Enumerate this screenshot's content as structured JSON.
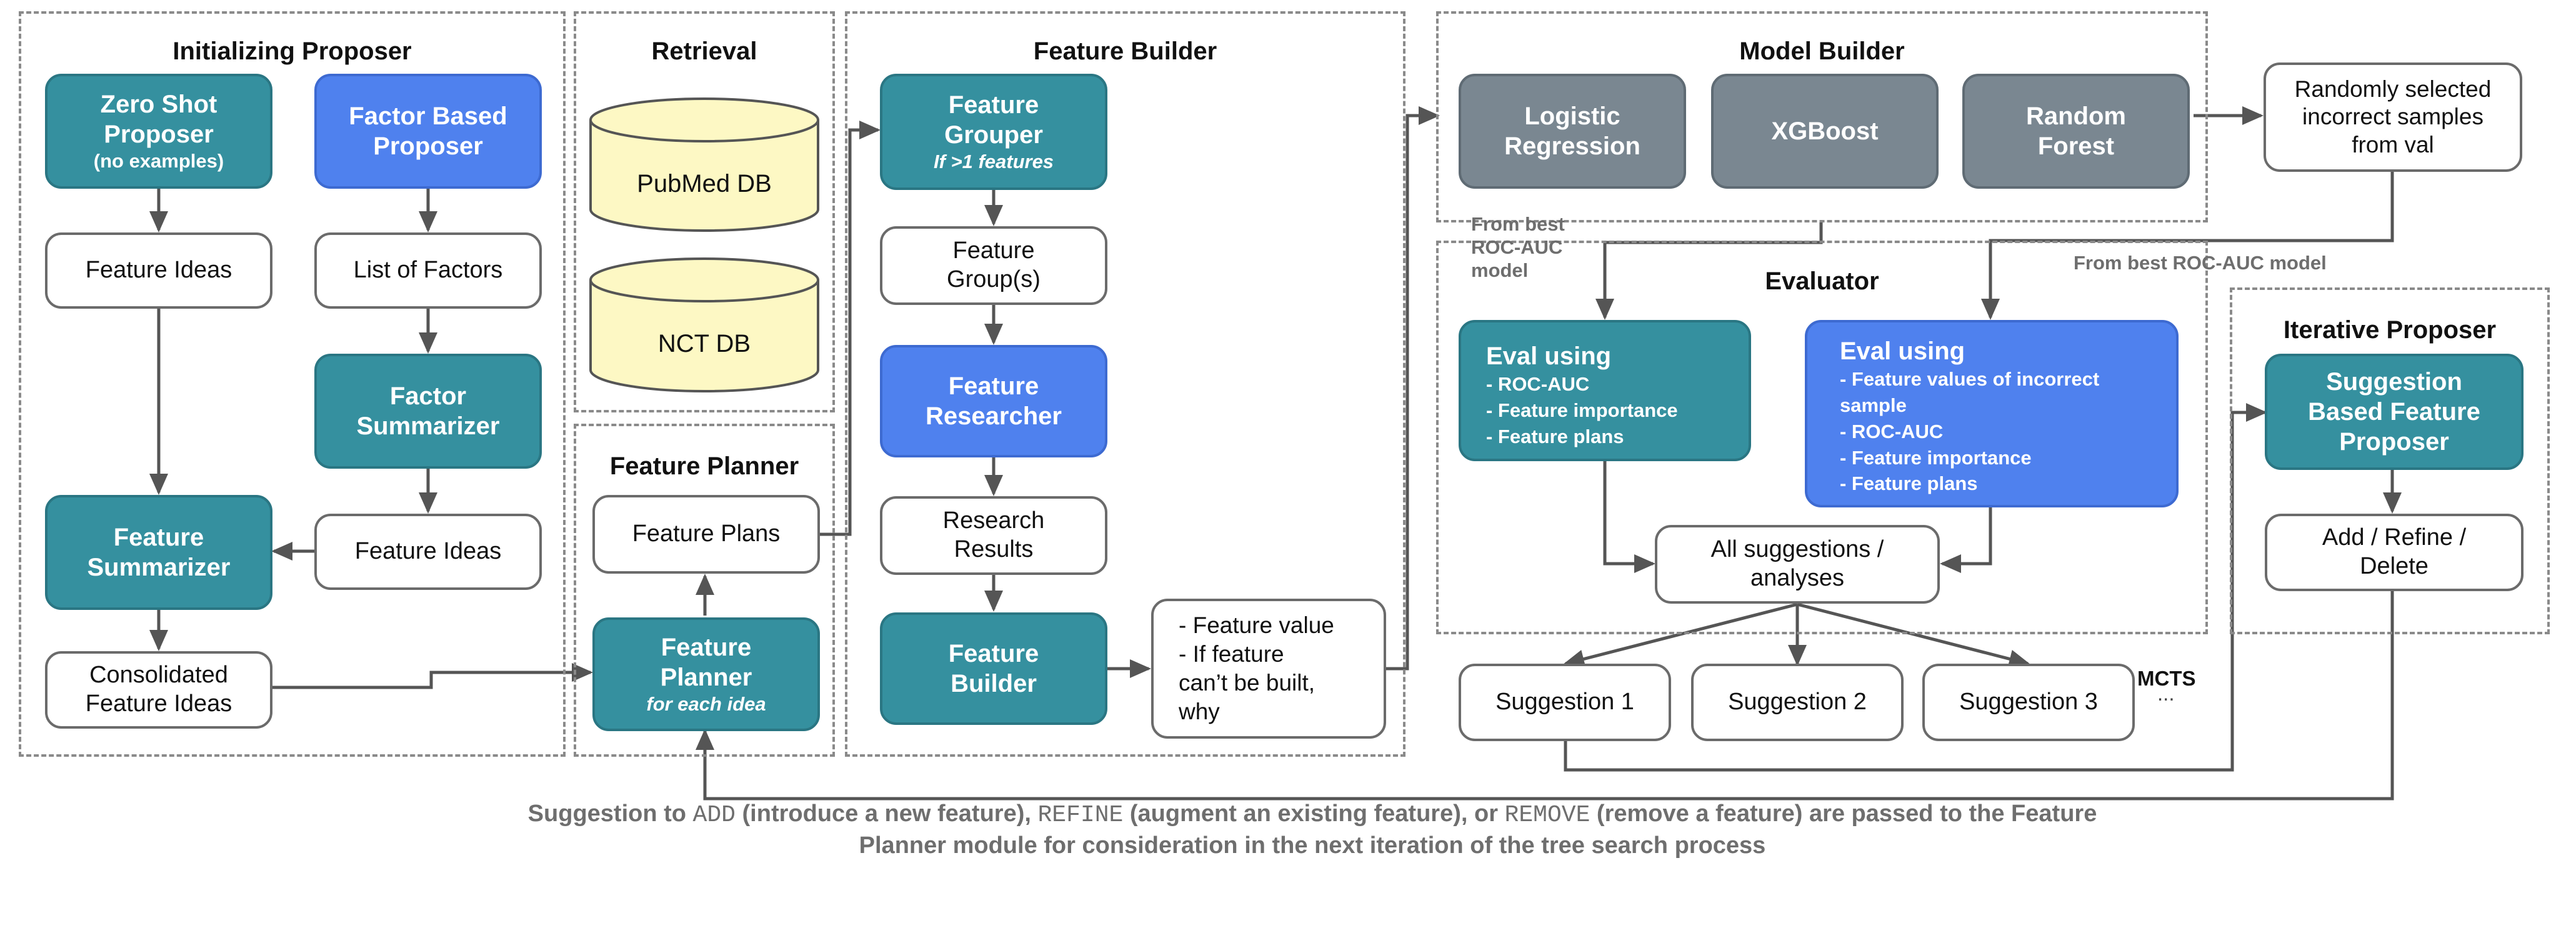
{
  "panels": {
    "initializing_proposer": "Initializing Proposer",
    "retrieval": "Retrieval",
    "feature_planner": "Feature Planner",
    "feature_builder": "Feature Builder",
    "model_builder": "Model Builder",
    "evaluator": "Evaluator",
    "iterative_proposer": "Iterative Proposer"
  },
  "init": {
    "zero_shot": {
      "title": "Zero Shot Proposer",
      "sub": "(no examples)"
    },
    "factor_based": "Factor Based Proposer",
    "feature_ideas_left": "Feature Ideas",
    "list_of_factors": "List of Factors",
    "factor_summarizer": "Factor Summarizer",
    "feature_ideas_right": "Feature Ideas",
    "feature_summarizer": "Feature Summarizer",
    "consolidated": "Consolidated Feature Ideas"
  },
  "retrieval": {
    "db1": "PubMed DB",
    "db2": "NCT DB"
  },
  "planner": {
    "feature_plans": "Feature Plans",
    "feature_planner": {
      "title": "Feature Planner",
      "sub": "for each idea"
    }
  },
  "builder": {
    "grouper": {
      "title": "Feature Grouper",
      "sub": "If >1 features"
    },
    "groups": "Feature Group(s)",
    "researcher": "Feature Researcher",
    "results": "Research Results",
    "builder": "Feature Builder",
    "output": [
      "- Feature value",
      "- If feature",
      "can’t be built,",
      "why"
    ]
  },
  "model_builder": {
    "models": [
      "Logistic Regression",
      "XGBoost",
      "Random Forest"
    ],
    "random_samples": "Randomly selected incorrect samples from val"
  },
  "notes": {
    "from_best_left": [
      "From best",
      "ROC-AUC",
      "model"
    ],
    "from_best_right": "From best ROC-AUC model",
    "mcts": "MCTS",
    "ellipsis": "..."
  },
  "evaluator": {
    "eval_left": {
      "title": "Eval using",
      "items": [
        "- ROC-AUC",
        "- Feature importance",
        "- Feature plans"
      ]
    },
    "eval_right": {
      "title": "Eval using",
      "items": [
        "- Feature values of incorrect",
        "sample",
        "- ROC-AUC",
        "- Feature importance",
        "- Feature plans"
      ]
    },
    "all_suggestions": "All suggestions / analyses",
    "suggestions": [
      "Suggestion 1",
      "Suggestion 2",
      "Suggestion 3"
    ]
  },
  "iterative": {
    "proposer": "Suggestion Based Feature Proposer",
    "action": "Add / Refine / Delete"
  },
  "caption": {
    "p1": "Suggestion to ",
    "add": "ADD",
    "p2": " (introduce a new feature), ",
    "refine": "REFINE",
    "p3": " (augment an existing feature), or ",
    "remove": "REMOVE",
    "p4": " (remove a feature) are passed to the Feature",
    "line2": "Planner module for consideration in the next iteration of the tree search process"
  },
  "colors": {
    "teal": "#35909f",
    "blue": "#4f81ee",
    "gray": "#7a8791",
    "db_fill": "#fdf8c4",
    "arrow": "#555555",
    "dashed_border": "#8a8a8a"
  }
}
